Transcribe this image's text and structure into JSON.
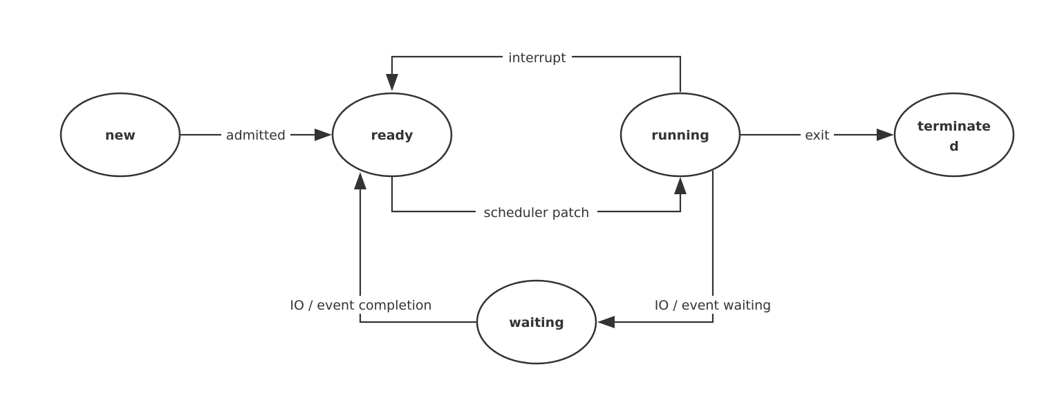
{
  "diagram": {
    "states": {
      "new": {
        "label": "new"
      },
      "ready": {
        "label": "ready"
      },
      "running": {
        "label": "running"
      },
      "terminated": {
        "label_line1": "terminate",
        "label_line2": "d"
      },
      "waiting": {
        "label": "waiting"
      }
    },
    "transitions": {
      "admitted": {
        "label": "admitted",
        "from": "new",
        "to": "ready"
      },
      "interrupt": {
        "label": "interrupt",
        "from": "running",
        "to": "ready"
      },
      "scheduler_patch": {
        "label": "scheduler patch",
        "from": "ready",
        "to": "running"
      },
      "exit": {
        "label": "exit",
        "from": "running",
        "to": "terminated"
      },
      "io_event_waiting": {
        "label": "IO / event waiting",
        "from": "running",
        "to": "waiting"
      },
      "io_event_completion": {
        "label": "IO / event completion",
        "from": "waiting",
        "to": "ready"
      }
    },
    "colors": {
      "stroke": "#333333",
      "fill": "#ffffff",
      "text": "#333333"
    }
  }
}
